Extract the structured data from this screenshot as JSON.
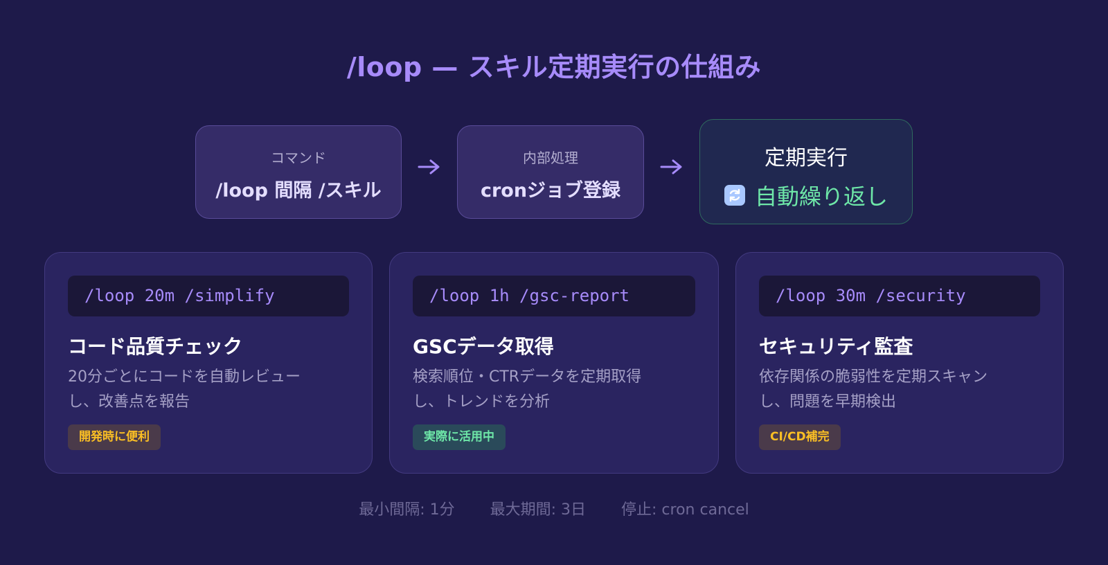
{
  "title": "/loop — スキル定期実行の仕組み",
  "flow": {
    "command": {
      "caption": "コマンド",
      "main": "/loop 間隔 /スキル"
    },
    "internal": {
      "caption": "内部処理",
      "main": "cronジョブ登録"
    },
    "result": {
      "title": "定期実行",
      "subtitle": "自動繰り返し",
      "icon": "refresh-icon"
    },
    "arrow_icon": "right-arrow-icon"
  },
  "cards": [
    {
      "code": "/loop 20m /simplify",
      "title": "コード品質チェック",
      "desc_lines": [
        "20分ごとにコードを自動レビュー",
        "し、改善点を報告"
      ],
      "badge": "開発時に便利"
    },
    {
      "code": "/loop 1h /gsc-report",
      "title": "GSCデータ取得",
      "desc_lines": [
        "検索順位・CTRデータを定期取得",
        "し、トレンドを分析"
      ],
      "badge": "実際に活用中"
    },
    {
      "code": "/loop 30m /security",
      "title": "セキュリティ監査",
      "desc_lines": [
        "依存関係の脆弱性を定期スキャン",
        "し、問題を早期検出"
      ],
      "badge": "CI/CD補完"
    }
  ],
  "footer": {
    "min_interval": "最小間隔: 1分",
    "max_period": "最大期間: 3日",
    "stop": "停止: cron cancel"
  },
  "colors": {
    "background": "#1e1a4a",
    "accent": "#a78bfa",
    "green": "#6ee7a8",
    "amber": "#fbbf24"
  }
}
